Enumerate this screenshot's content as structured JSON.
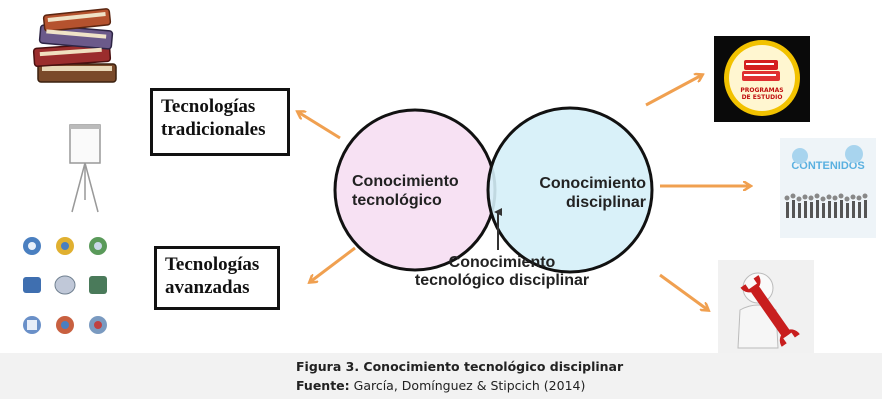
{
  "left_boxes": {
    "traditional": [
      "Tecnologías",
      "tradicionales"
    ],
    "advanced": [
      "Tecnologías",
      "avanzadas"
    ]
  },
  "venn": {
    "left_label": [
      "Conocimiento",
      "tecnológico"
    ],
    "right_label": [
      "Conocimiento",
      "disciplinar"
    ],
    "intersection_label": [
      "Conocimiento",
      "tecnológico disciplinar"
    ]
  },
  "right_images": {
    "programs_text": [
      "PROGRAMAS",
      "DE ESTUDIO"
    ],
    "contents_text": "CONTENIDOS"
  },
  "caption": {
    "figure": "Figura 3. Conocimiento tecnológico disciplinar",
    "source_label": "Fuente:",
    "source_text": " García, Domínguez & Stipcich (2014)"
  },
  "colors": {
    "arrow": "#f0a050",
    "left_circle_fill": "#f7e1f3",
    "right_circle_fill": "#d5f0f8",
    "circle_stroke": "#111111"
  },
  "icons": {
    "books": "stacked-books-icon",
    "flipchart": "flipchart-icon",
    "tech_grid": "technology-icons-grid",
    "programs": "programs-book-icon",
    "contents": "contents-people-icon",
    "tools": "person-wrench-icon"
  }
}
